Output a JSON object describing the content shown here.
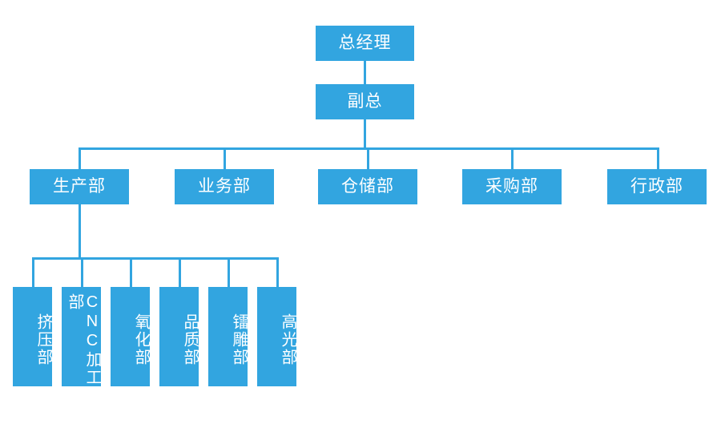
{
  "chart": {
    "type": "org-chart",
    "title": "",
    "background_color": "#ffffff",
    "node_color": "#32a5e0",
    "connector_color": "#32a5e0",
    "text_color": "#ffffff",
    "levels": [
      {
        "level": 1,
        "nodes": [
          {
            "id": "gm",
            "label": "总经理",
            "orientation": "horizontal"
          }
        ]
      },
      {
        "level": 2,
        "nodes": [
          {
            "id": "deputy",
            "label": "副总",
            "orientation": "horizontal"
          }
        ]
      },
      {
        "level": 3,
        "nodes": [
          {
            "id": "production",
            "label": "生产部",
            "orientation": "horizontal"
          },
          {
            "id": "business",
            "label": "业务部",
            "orientation": "horizontal"
          },
          {
            "id": "warehouse",
            "label": "仓储部",
            "orientation": "horizontal"
          },
          {
            "id": "purchasing",
            "label": "采购部",
            "orientation": "horizontal"
          },
          {
            "id": "administration",
            "label": "行政部",
            "orientation": "horizontal"
          }
        ]
      },
      {
        "level": 4,
        "nodes": [
          {
            "id": "extrusion",
            "label": "挤压部",
            "orientation": "vertical"
          },
          {
            "id": "cnc",
            "label": "CNC加工部",
            "orientation": "vertical"
          },
          {
            "id": "oxidation",
            "label": "氧化部",
            "orientation": "vertical"
          },
          {
            "id": "quality",
            "label": "品质部",
            "orientation": "vertical"
          },
          {
            "id": "laser",
            "label": "镭雕部",
            "orientation": "vertical"
          },
          {
            "id": "polishing",
            "label": "高光部",
            "orientation": "vertical"
          }
        ]
      }
    ],
    "edges": [
      {
        "from": "gm",
        "to": "deputy"
      },
      {
        "from": "deputy",
        "to": "production"
      },
      {
        "from": "deputy",
        "to": "business"
      },
      {
        "from": "deputy",
        "to": "warehouse"
      },
      {
        "from": "deputy",
        "to": "purchasing"
      },
      {
        "from": "deputy",
        "to": "administration"
      },
      {
        "from": "production",
        "to": "extrusion"
      },
      {
        "from": "production",
        "to": "cnc"
      },
      {
        "from": "production",
        "to": "oxidation"
      },
      {
        "from": "production",
        "to": "quality"
      },
      {
        "from": "production",
        "to": "laser"
      },
      {
        "from": "production",
        "to": "polishing"
      }
    ]
  }
}
